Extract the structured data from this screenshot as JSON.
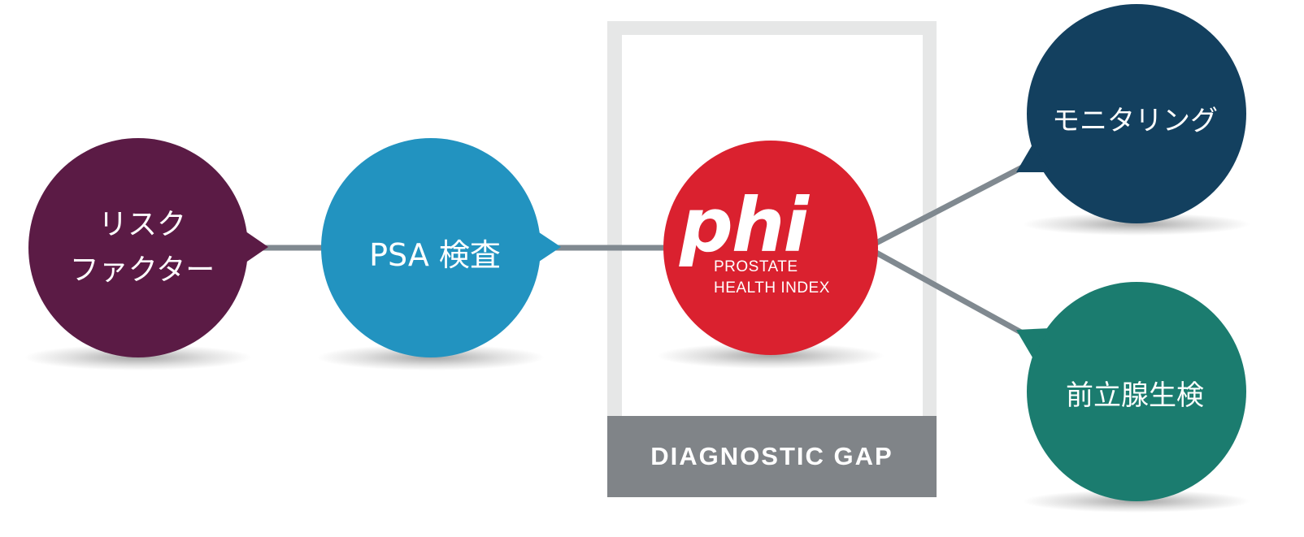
{
  "nodes": {
    "risk_factor": {
      "line1": "リスク",
      "line2": "ファクター",
      "color": "#5b1b45"
    },
    "psa_test": {
      "label": "PSA 検査",
      "color": "#2293c0"
    },
    "phi": {
      "logo": "phi",
      "sub1": "PROSTATE",
      "sub2": "HEALTH INDEX",
      "color": "#da212f"
    },
    "monitoring": {
      "label": "モニタリング",
      "color": "#13405f"
    },
    "biopsy": {
      "label": "前立腺生検",
      "color": "#1b7c6f"
    }
  },
  "gap_box": {
    "label": "DIAGNOSTIC GAP",
    "frame_color": "#e6e7e7",
    "label_bg": "#808488"
  },
  "connector_color": "#808990"
}
